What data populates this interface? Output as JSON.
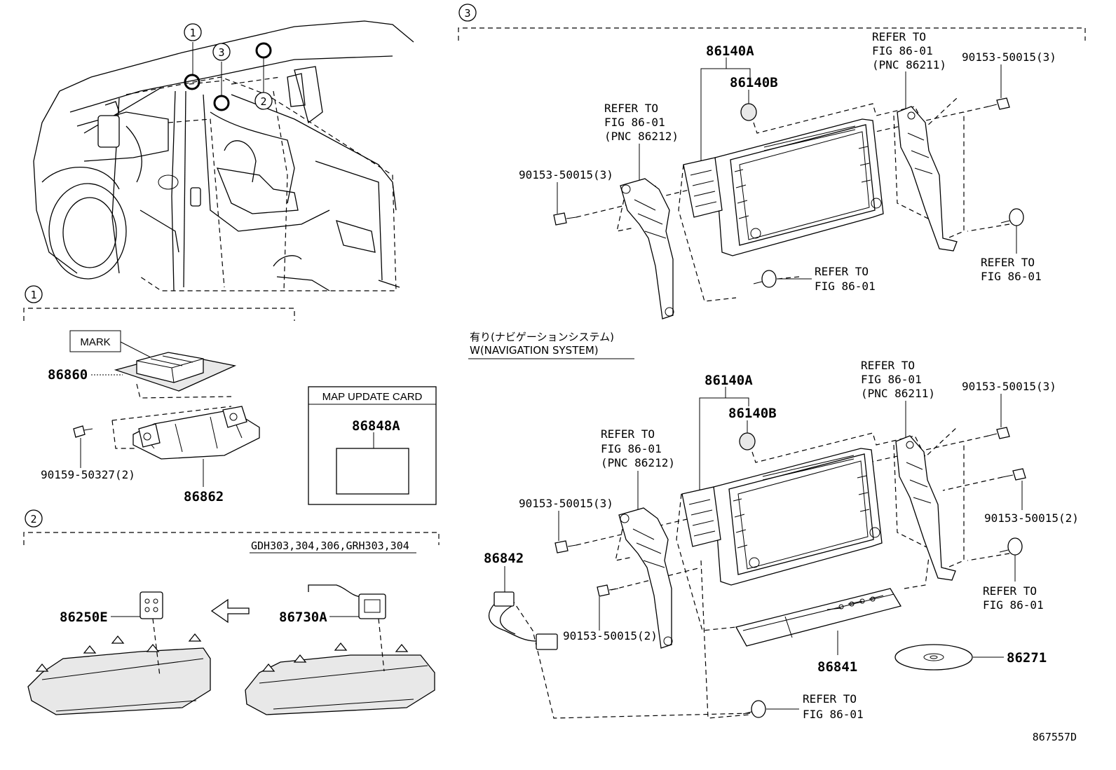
{
  "figure_id": "867557D",
  "sections": {
    "s1": "1",
    "s2": "2",
    "s3": "3"
  },
  "callouts": {
    "c1": "1",
    "c2": "2",
    "c3": "3"
  },
  "section1": {
    "mark_label": "MARK",
    "pn_86860": "86860",
    "pn_86862": "86862",
    "bolt": "90159-50327(2)",
    "card_box_title": "MAP UPDATE CARD",
    "pn_86848A": "86848A"
  },
  "section2": {
    "models": "GDH303,304,306,GRH303,304",
    "pn_86250E": "86250E",
    "pn_86730A": "86730A"
  },
  "top_unit": {
    "pn_86140A": "86140A",
    "pn_86140B": "86140B",
    "ref_left_1": "REFER TO",
    "ref_left_2": "FIG 86-01",
    "ref_left_3": "(PNC 86212)",
    "ref_right_1": "REFER TO",
    "ref_right_2": "FIG 86-01",
    "ref_right_3": "(PNC 86211)",
    "bolt_left": "90153-50015(3)",
    "bolt_right": "90153-50015(3)",
    "ref_br_1": "REFER TO",
    "ref_br_2": "FIG 86-01",
    "ref_bc_1": "REFER TO",
    "ref_bc_2": "FIG 86-01"
  },
  "nav_caption_jp": "有り(ナビゲーションシステム)",
  "nav_caption_en": "W(NAVIGATION SYSTEM)",
  "bottom_unit": {
    "pn_86140A": "86140A",
    "pn_86140B": "86140B",
    "ref_left_1": "REFER TO",
    "ref_left_2": "FIG 86-01",
    "ref_left_3": "(PNC 86212)",
    "ref_right_1": "REFER TO",
    "ref_right_2": "FIG 86-01",
    "ref_right_3": "(PNC 86211)",
    "bolt_left": "90153-50015(3)",
    "bolt_right_top": "90153-50015(3)",
    "bolt_right_mid": "90153-50015(2)",
    "bolt_center": "90153-50015(2)",
    "pn_86842": "86842",
    "pn_86841": "86841",
    "pn_86271": "86271",
    "ref_mr_1": "REFER TO",
    "ref_mr_2": "FIG 86-01",
    "ref_bc_1": "REFER TO",
    "ref_bc_2": "FIG 86-01"
  }
}
